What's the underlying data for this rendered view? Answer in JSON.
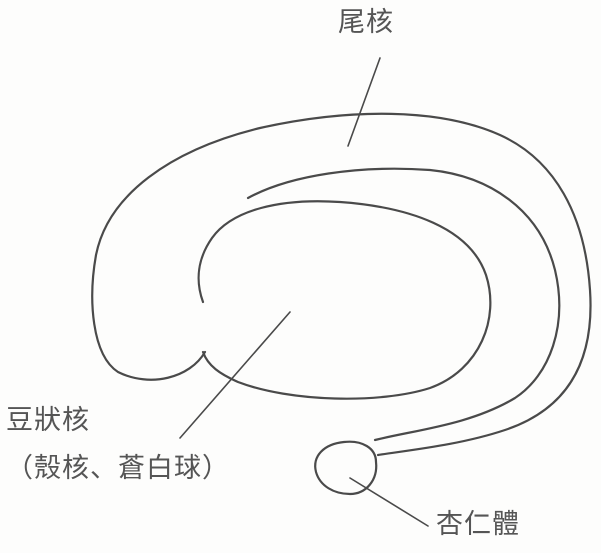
{
  "labels": {
    "caudate_nucleus": "尾核",
    "lentiform_nucleus": "豆狀核",
    "lentiform_components": "（殼核、蒼白球）",
    "amygdala": "杏仁體"
  },
  "colors": {
    "ink": "#4a4a4a",
    "text": "#555555",
    "background": "#fdfdfc"
  }
}
